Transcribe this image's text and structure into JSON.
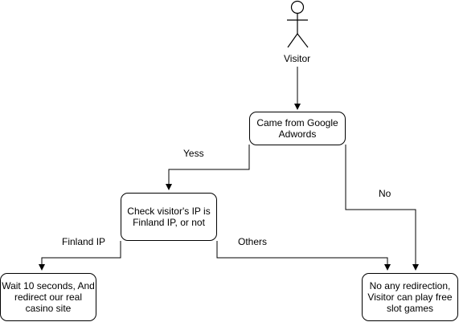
{
  "actor": {
    "label": "Visitor"
  },
  "nodes": {
    "google": {
      "text": "Came from Google\nAdwords"
    },
    "check_ip": {
      "text": "Check visitor's IP is\nFinland IP, or not"
    },
    "wait": {
      "text": "Wait 10 seconds, And\nredirect our real\ncasino site"
    },
    "no_redirect": {
      "text": "No any redirection,\nVisitor can play free\nslot games"
    }
  },
  "edges": {
    "yes": "Yess",
    "no": "No",
    "finland": "Finland IP",
    "others": "Others"
  },
  "colors": {
    "stroke": "#000000",
    "fill": "#ffffff"
  }
}
